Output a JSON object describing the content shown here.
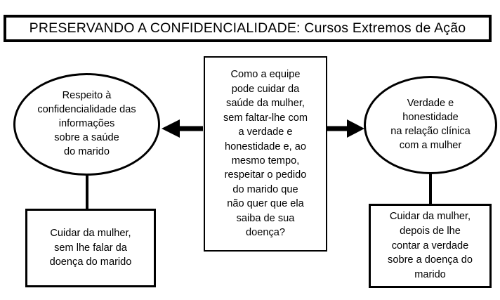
{
  "title": {
    "text": "PRESERVANDO A CONFIDENCIALIDADE:  Cursos Extremos de Ação"
  },
  "center": {
    "question": "Como a equipe\npode cuidar da\nsaúde da mulher,\nsem faltar-lhe com\na verdade e\nhonestidade e, ao\nmesmo tempo,\nrespeitar o pedido\ndo marido que\nnão quer que ela\nsaiba de sua\ndoença?"
  },
  "branches": {
    "left": {
      "ellipse_label": "Respeito à\nconfidencialidade das\ninformações\nsobre a saúde\ndo marido",
      "outcome_label": "Cuidar da mulher,\nsem lhe falar da\ndoença do marido",
      "arrow_icon": "arrow-left-icon"
    },
    "right": {
      "ellipse_label": "Verdade e\nhonestidade\nna relação clínica\ncom a mulher",
      "outcome_label": "Cuidar da mulher,\ndepois de lhe\ncontar a verdade\nsobre a doença do\nmarido",
      "arrow_icon": "arrow-right-icon"
    }
  },
  "style": {
    "stroke_color": "#000000",
    "background_color": "#ffffff"
  }
}
